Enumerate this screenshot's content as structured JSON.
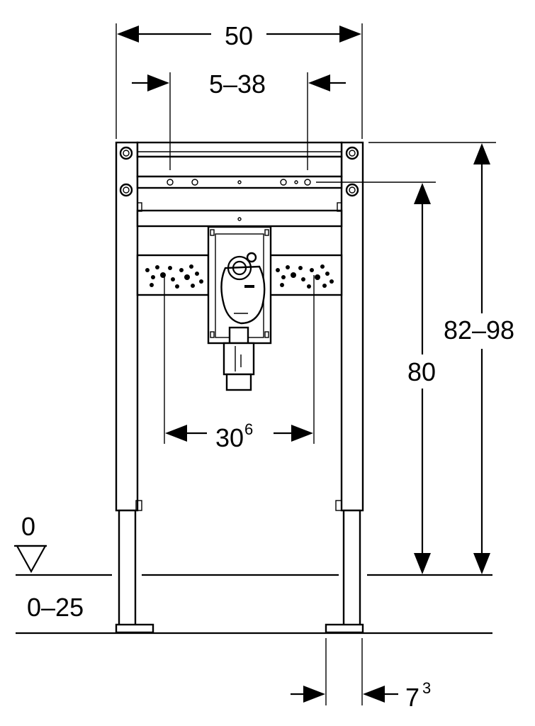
{
  "dimensions": {
    "total_width": "50",
    "bracket_width": "5–38",
    "fixing_spacing": "30",
    "fixing_spacing_sup": "6",
    "height_fixed": "80",
    "height_range": "82–98",
    "floor_level": "0",
    "leg_extension": "0–25",
    "foot_offset": "7",
    "foot_offset_sup": "3"
  }
}
